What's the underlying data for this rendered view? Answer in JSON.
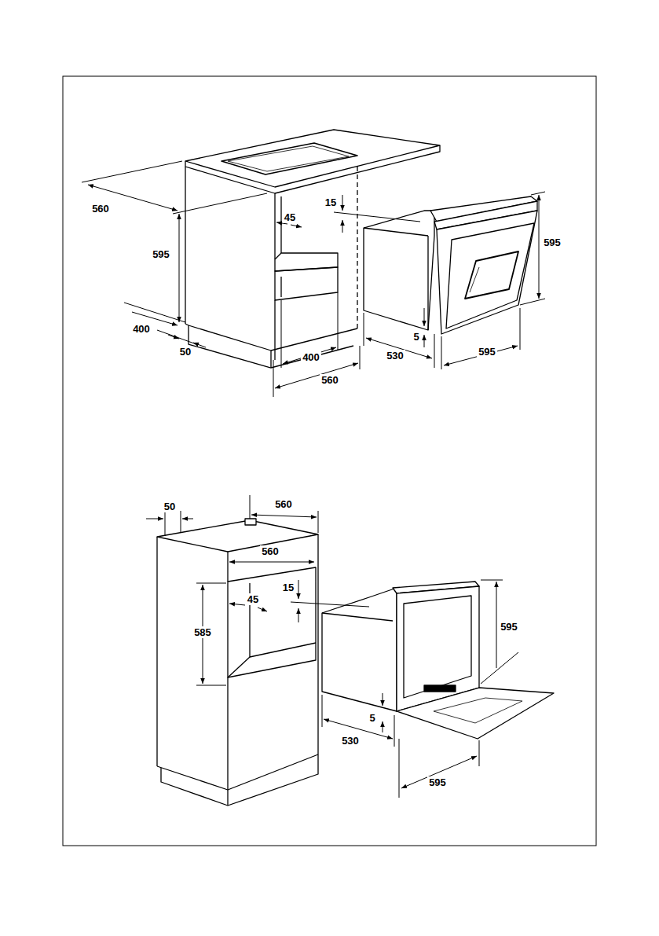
{
  "diagram": {
    "labels": [
      "15",
      "560",
      "45",
      "595",
      "595",
      "400",
      "5",
      "50",
      "530",
      "595",
      "400",
      "560",
      "560",
      "50",
      "560",
      "15",
      "45",
      "595",
      "585",
      "5",
      "530",
      "595"
    ]
  }
}
